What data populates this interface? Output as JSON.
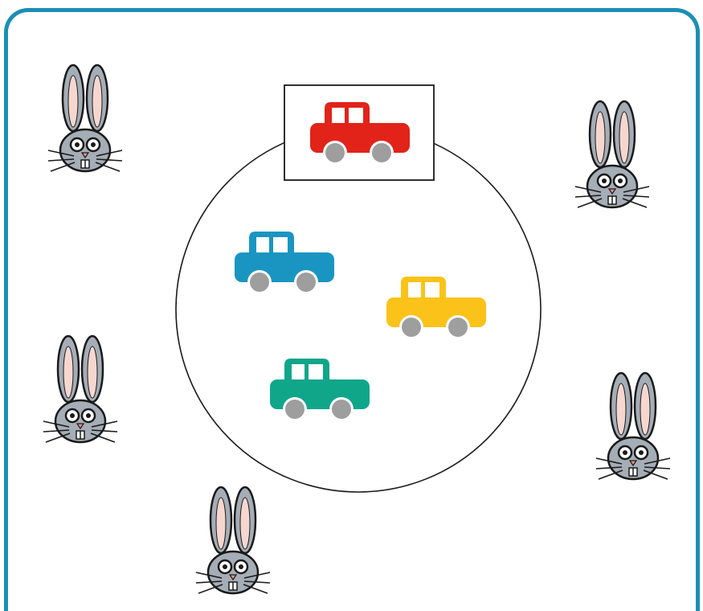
{
  "colors": {
    "frame": "#1a8fb5",
    "bunny_fur": "#a5adb6",
    "bunny_inner_ear": "#f6d7cf",
    "wheel": "#9e9e9e",
    "outline": "#1a1a1a"
  },
  "set_cars": [
    {
      "name": "blue",
      "color": "#1a95c2"
    },
    {
      "name": "yellow",
      "color": "#fbc319"
    },
    {
      "name": "green",
      "color": "#10a68a"
    }
  ],
  "selected_car": {
    "name": "red",
    "color": "#e2231a"
  },
  "counts": {
    "cars_in_set": 3,
    "bunnies_outside": 5
  }
}
